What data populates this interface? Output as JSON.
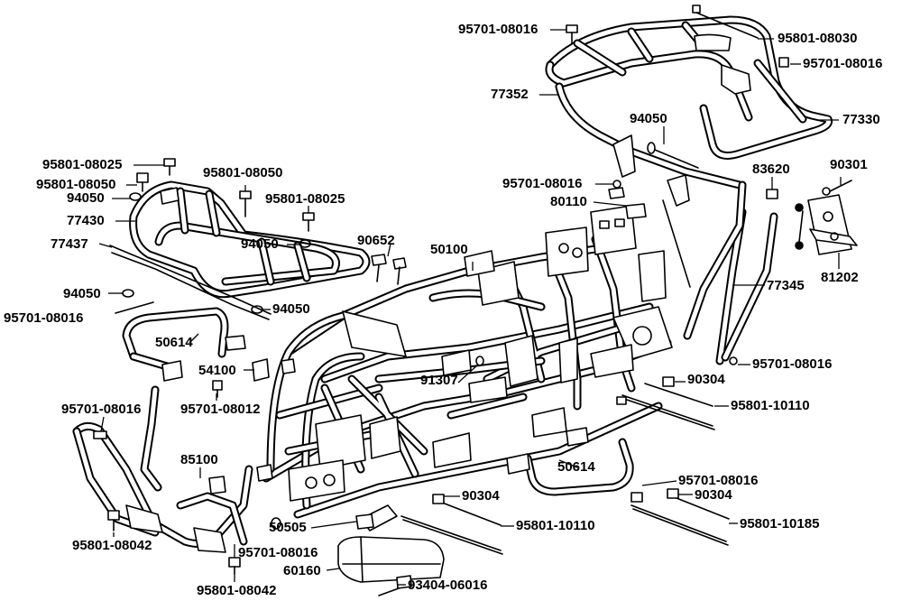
{
  "labels": [
    {
      "id": "l01",
      "text": "95701-08016"
    },
    {
      "id": "l02",
      "text": "95801-08030"
    },
    {
      "id": "l03",
      "text": "95701-08016"
    },
    {
      "id": "l04",
      "text": "77352"
    },
    {
      "id": "l05",
      "text": "77330"
    },
    {
      "id": "l06",
      "text": "94050"
    },
    {
      "id": "l07",
      "text": "95801-08025"
    },
    {
      "id": "l08",
      "text": "95801-08050"
    },
    {
      "id": "l09",
      "text": "95801-08050"
    },
    {
      "id": "l10",
      "text": "94050"
    },
    {
      "id": "l11",
      "text": "77430"
    },
    {
      "id": "l12",
      "text": "95801-08025"
    },
    {
      "id": "l13",
      "text": "77437"
    },
    {
      "id": "l14",
      "text": "94050"
    },
    {
      "id": "l15",
      "text": "90652"
    },
    {
      "id": "l16",
      "text": "50100"
    },
    {
      "id": "l17",
      "text": "95701-08016"
    },
    {
      "id": "l18",
      "text": "80110"
    },
    {
      "id": "l19",
      "text": "83620"
    },
    {
      "id": "l20",
      "text": "90301"
    },
    {
      "id": "l21",
      "text": "81202"
    },
    {
      "id": "l22",
      "text": "77345"
    },
    {
      "id": "l23",
      "text": "94050"
    },
    {
      "id": "l24",
      "text": "95701-08016"
    },
    {
      "id": "l25",
      "text": "94050"
    },
    {
      "id": "l26",
      "text": "50614"
    },
    {
      "id": "l27",
      "text": "54100"
    },
    {
      "id": "l28",
      "text": "95701-08012"
    },
    {
      "id": "l29",
      "text": "91307"
    },
    {
      "id": "l30",
      "text": "95701-08016"
    },
    {
      "id": "l31",
      "text": "90304"
    },
    {
      "id": "l32",
      "text": "95801-10110"
    },
    {
      "id": "l33",
      "text": "95701-08016"
    },
    {
      "id": "l34",
      "text": "85100"
    },
    {
      "id": "l35",
      "text": "50614"
    },
    {
      "id": "l36",
      "text": "95701-08016"
    },
    {
      "id": "l37",
      "text": "90304"
    },
    {
      "id": "l38",
      "text": "90304"
    },
    {
      "id": "l39",
      "text": "50505"
    },
    {
      "id": "l40",
      "text": "95801-10110"
    },
    {
      "id": "l41",
      "text": "95801-10185"
    },
    {
      "id": "l42",
      "text": "95801-08042"
    },
    {
      "id": "l43",
      "text": "95701-08016"
    },
    {
      "id": "l44",
      "text": "60160"
    },
    {
      "id": "l45",
      "text": "93404-06016"
    },
    {
      "id": "l46",
      "text": "95801-08042"
    }
  ]
}
